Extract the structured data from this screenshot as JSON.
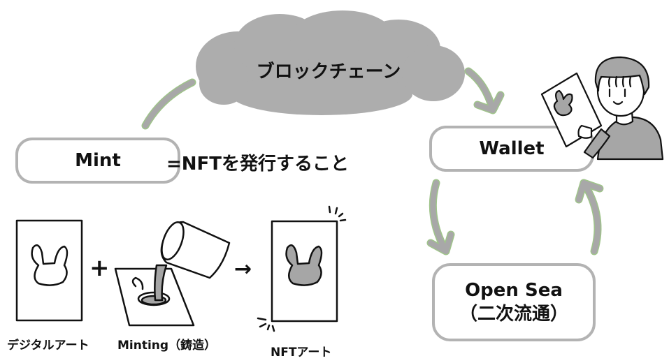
{
  "diagram": {
    "cloud": {
      "label": "ブロックチェーン"
    },
    "mint": {
      "label": "Mint",
      "definition": "=NFTを発行すること"
    },
    "wallet": {
      "label": "Wallet"
    },
    "opensea": {
      "label": "Open Sea",
      "sublabel": "（二次流通）"
    },
    "steps": [
      {
        "label": "デジタルアート",
        "icon": "rabbit-outline-card"
      },
      {
        "label": "Minting（鋳造）",
        "icon": "pouring-cup-mold"
      },
      {
        "label": "NFTアート",
        "icon": "rabbit-filled-card"
      }
    ],
    "operators": {
      "plus": "+",
      "arrow": "→"
    },
    "colors": {
      "cloud": "#adadad",
      "box_border": "#b3b3b3",
      "arrow": "#a8a8a8",
      "arrow_outline": "#9fc48a",
      "fill_gray": "#a6a6a6",
      "text": "#111111"
    }
  }
}
